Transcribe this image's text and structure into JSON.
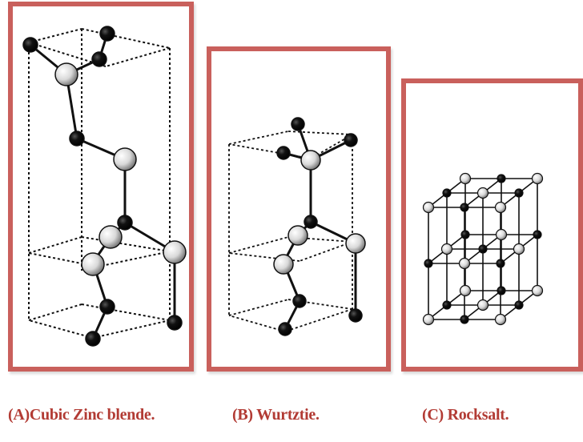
{
  "diagrams": [
    {
      "id": "zinc-blende",
      "caption": "(A)Cubic Zinc blende."
    },
    {
      "id": "wurtzite",
      "caption": "(B) Wurtztie."
    },
    {
      "id": "rocksalt",
      "caption": "(C) Rocksalt."
    }
  ],
  "colors": {
    "frame": "#c9605c",
    "caption": "#b23b34",
    "bond": "#111111",
    "atom_dark": "#0b0b0b",
    "atom_light": "#e6e6e6"
  }
}
